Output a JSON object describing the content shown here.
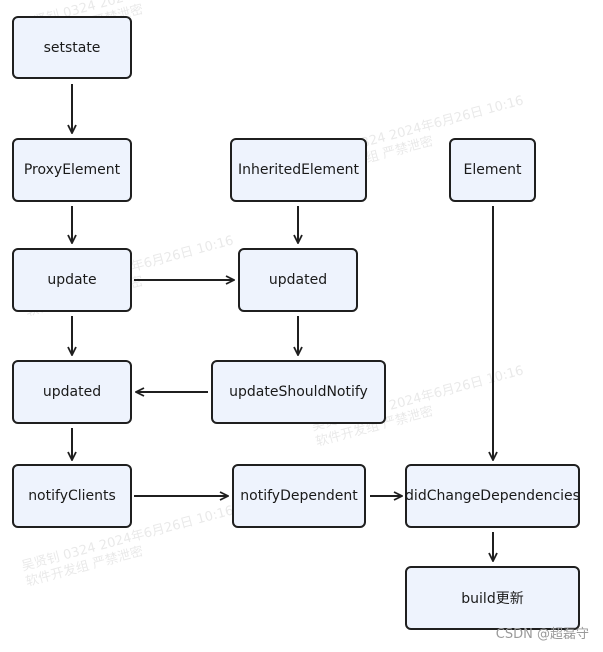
{
  "nodes": {
    "setstate": "setstate",
    "proxy_element": "ProxyElement",
    "inherited_element": "InheritedElement",
    "element": "Element",
    "update": "update",
    "updated_inherited": "updated",
    "updated_proxy": "updated",
    "update_should_notify": "updateShouldNotify",
    "notify_clients": "notifyClients",
    "notify_dependent": "notifyDependent",
    "did_change_dependencies": "didChangeDependencies",
    "build": "build更新"
  },
  "edges": [
    {
      "from": "setstate",
      "to": "proxy_element"
    },
    {
      "from": "proxy_element",
      "to": "update"
    },
    {
      "from": "update",
      "to": "updated_proxy"
    },
    {
      "from": "update",
      "to": "updated_inherited"
    },
    {
      "from": "inherited_element",
      "to": "updated_inherited"
    },
    {
      "from": "updated_inherited",
      "to": "update_should_notify"
    },
    {
      "from": "update_should_notify",
      "to": "updated_proxy"
    },
    {
      "from": "updated_proxy",
      "to": "notify_clients"
    },
    {
      "from": "notify_clients",
      "to": "notify_dependent"
    },
    {
      "from": "notify_dependent",
      "to": "did_change_dependencies"
    },
    {
      "from": "element",
      "to": "did_change_dependencies"
    },
    {
      "from": "did_change_dependencies",
      "to": "build"
    }
  ],
  "watermark": {
    "line1": "吴贤钊 0324 2024年6月26日 10:16",
    "line2": "软件开发组 严禁泄密"
  },
  "credit": "CSDN @超磊守",
  "colors": {
    "node_fill": "#eef3fd",
    "node_border": "#1f1f1f",
    "arrow": "#1f1f1f"
  }
}
